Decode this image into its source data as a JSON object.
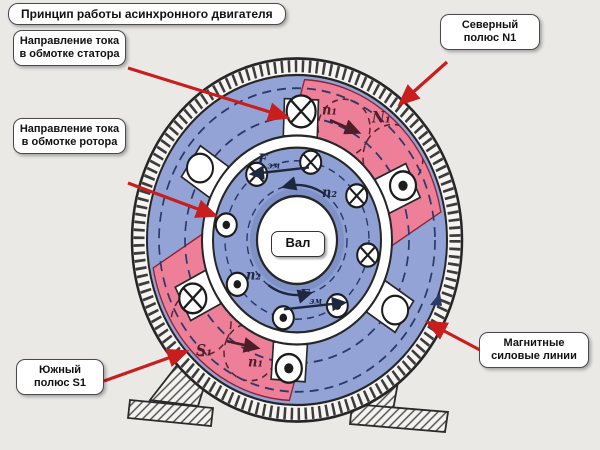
{
  "title": "Принцип работы асинхронного двигателя",
  "callouts": {
    "stator_current": "Направление тока в обмотке статора",
    "rotor_current": "Направление тока в обмотке ротора",
    "north_pole": "Северный полюс N1",
    "magnetic_lines": "Магнитные силовые линии",
    "south_pole": "Южный полюс S1"
  },
  "diagram": {
    "shaft_label": "Вал",
    "labels": {
      "north_pole": "N₁",
      "south_pole": "S₁",
      "field_speed_top": "n₁",
      "field_speed_bottom": "n₁",
      "rotor_speed_top": "n₂",
      "rotor_speed_bottom": "n₂",
      "force_top": {
        "base": "F",
        "sub": "эм"
      },
      "force_bottom": {
        "base": "F",
        "sub": "эм"
      }
    },
    "stator_conductors": [
      {
        "angle_deg": 88,
        "symbol": "cross-current-in"
      },
      {
        "angle_deg": 146,
        "symbol": "empty"
      },
      {
        "angle_deg": 207,
        "symbol": "cross-current-in"
      },
      {
        "angle_deg": 266,
        "symbol": "dot-current-out"
      },
      {
        "angle_deg": 327,
        "symbol": "empty"
      },
      {
        "angle_deg": 25,
        "symbol": "dot-current-out"
      }
    ],
    "rotor_conductors": [
      {
        "angle_deg": 34,
        "symbol": "cross-current-in"
      },
      {
        "angle_deg": 79,
        "symbol": "cross-current-in"
      },
      {
        "angle_deg": 124,
        "symbol": "cross-current-in"
      },
      {
        "angle_deg": 349,
        "symbol": "cross-current-in"
      },
      {
        "angle_deg": 169,
        "symbol": "dot-current-out"
      },
      {
        "angle_deg": 214,
        "symbol": "dot-current-out"
      },
      {
        "angle_deg": 259,
        "symbol": "dot-current-out"
      },
      {
        "angle_deg": 304,
        "symbol": "dot-current-out"
      }
    ],
    "rotation": {
      "field": "n1 clockwise pole sweep",
      "rotor": "n2 counterclockwise arrows"
    }
  },
  "colors": {
    "background": "#eae9e6",
    "stator_blue": "#93a3d5",
    "rotor_blue": "#8fa0d4",
    "pole_pink": "#ee7f98",
    "callout_arrow_red": "#c81e1e",
    "dashed_line_navy": "#2c3966"
  }
}
